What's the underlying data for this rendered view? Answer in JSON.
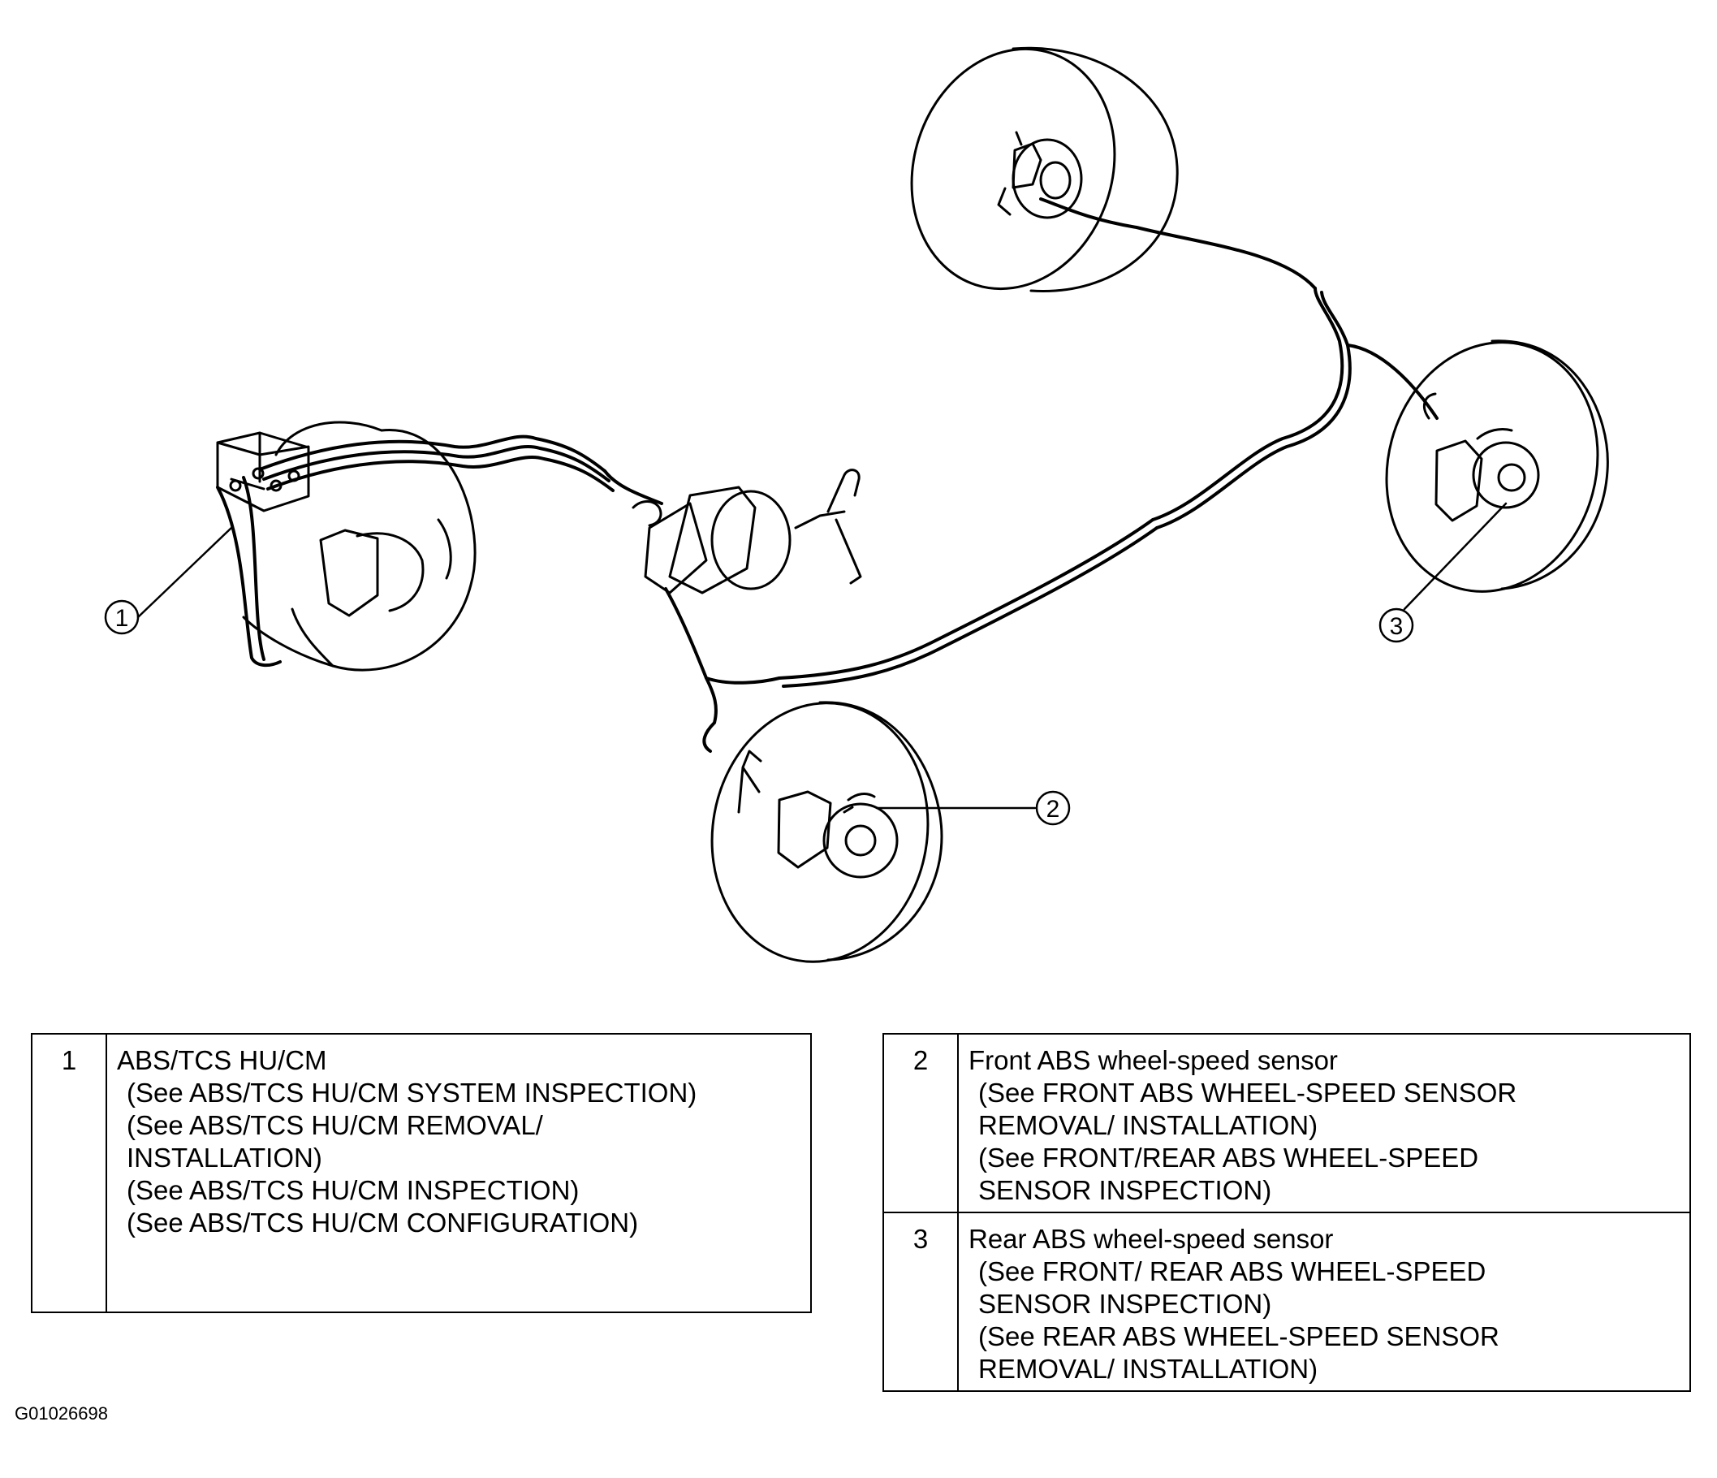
{
  "callouts": [
    "1",
    "2",
    "3"
  ],
  "legend": [
    {
      "number": "1",
      "title": "ABS/TCS HU/CM",
      "refs": [
        "(See ABS/TCS HU/CM SYSTEM INSPECTION)",
        "(See ABS/TCS HU/CM REMOVAL/\nINSTALLATION)",
        "(See ABS/TCS HU/CM INSPECTION)",
        "(See ABS/TCS HU/CM CONFIGURATION)"
      ]
    },
    {
      "number": "2",
      "title": "Front ABS wheel-speed sensor",
      "refs": [
        "(See FRONT ABS WHEEL-SPEED SENSOR\nREMOVAL/ INSTALLATION)",
        "(See FRONT/REAR ABS WHEEL-SPEED\nSENSOR INSPECTION)"
      ]
    },
    {
      "number": "3",
      "title": "Rear ABS wheel-speed sensor",
      "refs": [
        "(See FRONT/ REAR ABS WHEEL-SPEED\nSENSOR INSPECTION)",
        "(See REAR ABS WHEEL-SPEED SENSOR\nREMOVAL/ INSTALLATION)"
      ]
    }
  ],
  "figure_id": "G01026698"
}
